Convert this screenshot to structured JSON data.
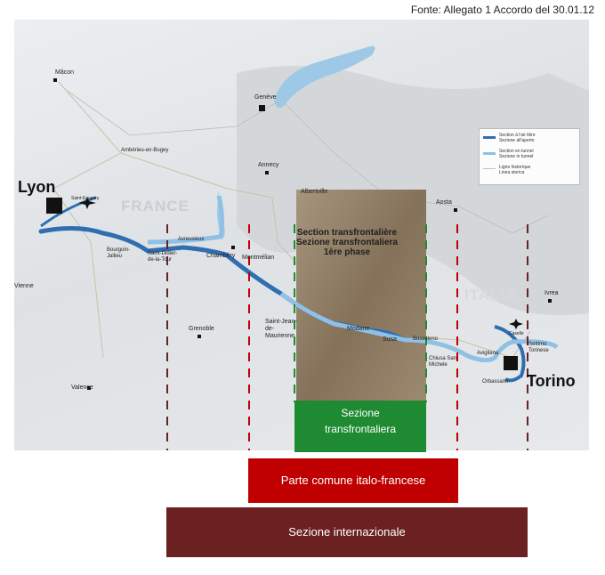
{
  "source": "Fonte: Allegato 1 Accordo del 30.01.12",
  "map": {
    "countries": {
      "france": "FRANCE",
      "italia": "ITALIA"
    },
    "cities": {
      "lyon": "Lyon",
      "torino": "Torino",
      "macon": "Mâcon",
      "geneve": "Genève",
      "annecy": "Annecy",
      "ambarieu": "Ambérieu-en-Bugey",
      "albertville": "Albertville",
      "aosta": "Aosta",
      "chambery": "Chambéry",
      "montmelian": "Montmélian",
      "saint_jean": "Saint-Jean-de-Maurienne",
      "modane": "Modane",
      "susa": "Susa",
      "bussoleno": "Bussoleno",
      "chiusa": "Chiusa San Michele",
      "avigliana": "Avigliana",
      "orbassano": "Orbassano",
      "ivrea": "Ivrea",
      "settimo": "Settimo Torinese",
      "grenoble": "Grenoble",
      "valence": "Valence",
      "bourgoin": "Bourgoin-Jallieu",
      "saint_didier": "Saint-Didier-de-la-Tour",
      "avressieux": "Avressieux",
      "saint_exupery": "Saint-Exupéry",
      "caselle": "Caselle",
      "vienne": "Vienne"
    },
    "phase_label": [
      "Section transfrontalière",
      "Sezione transfrontaliera",
      "1ère phase"
    ],
    "legend": {
      "open_air": [
        "Section à l'air libre",
        "Sezione all'aperto"
      ],
      "tunnel": [
        "Section en tunnel",
        "Sezione in tunnel"
      ],
      "historic": [
        "Ligne historique",
        "Linea storica"
      ]
    },
    "colors": {
      "line_open": "#2f6fb1",
      "line_tunnel": "#8fc0e6",
      "lake": "#9ec9e6",
      "green_dash": "#1e8b33",
      "red_dash": "#c00000",
      "dark_dash": "#6b2121"
    }
  },
  "boxes": {
    "green": [
      "Sezione",
      "transfrontaliera"
    ],
    "red": "Parte comune italo-francese",
    "dark": "Sezione internazionale"
  }
}
